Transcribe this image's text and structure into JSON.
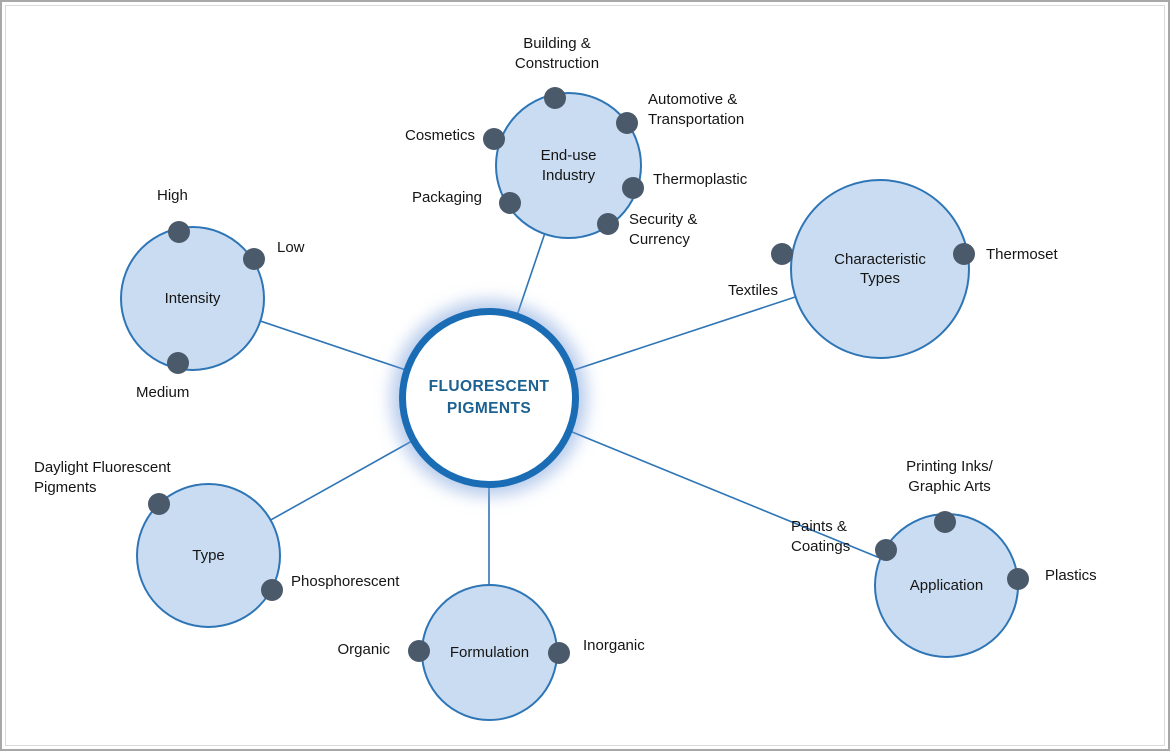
{
  "center": {
    "label": "FLUORESCENT\nPIGMENTS"
  },
  "nodes": [
    {
      "label": "End-use\nIndustry",
      "items": [
        {
          "label": "Building &\nConstruction"
        },
        {
          "label": "Automotive &\nTransportation"
        },
        {
          "label": "Cosmetics"
        },
        {
          "label": "Packaging"
        },
        {
          "label": "Thermoplastic"
        },
        {
          "label": "Security &\nCurrency"
        }
      ]
    },
    {
      "label": "Characteristic\nTypes",
      "items": [
        {
          "label": "Textiles"
        },
        {
          "label": "Thermoset"
        }
      ]
    },
    {
      "label": "Intensity",
      "items": [
        {
          "label": "High"
        },
        {
          "label": "Low"
        },
        {
          "label": "Medium"
        }
      ]
    },
    {
      "label": "Type",
      "items": [
        {
          "label": "Daylight Fluorescent\nPigments"
        },
        {
          "label": "Phosphorescent"
        }
      ]
    },
    {
      "label": "Formulation",
      "items": [
        {
          "label": "Organic"
        },
        {
          "label": "Inorganic"
        }
      ]
    },
    {
      "label": "Application",
      "items": [
        {
          "label": "Printing Inks/\nGraphic Arts"
        },
        {
          "label": "Paints &\nCoatings"
        },
        {
          "label": "Plastics"
        }
      ]
    }
  ],
  "colors": {
    "circle-fill": "#c9dcf2",
    "circle-border": "#2e75b6",
    "dot": "#4b5a6b",
    "line": "#2e75b6",
    "center-border": "#1a6cb4",
    "center-text": "#1d6191",
    "label-text": "#151515"
  }
}
